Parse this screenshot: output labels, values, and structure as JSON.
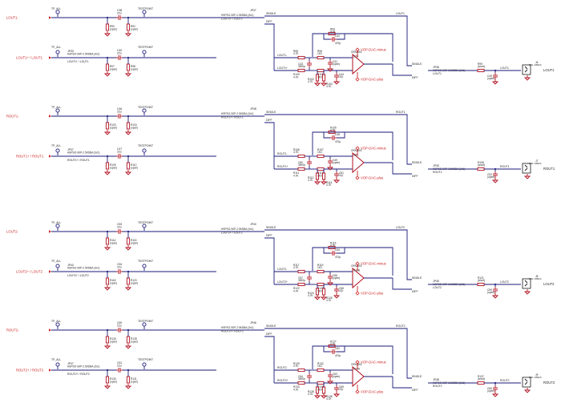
{
  "colors": {
    "wire": "#1a1a7a",
    "component": "#b01020",
    "text": "#1a1a1a",
    "net_label": "#cc2222",
    "testpoint": "#1a1a7a",
    "ground": "#b01020"
  },
  "sections": [
    {
      "id": "L1",
      "pos_in": "LOUT1+ / LOUT1",
      "neg_in": "LOUT1-",
      "tp_a": "TP_ALL",
      "tp_b": "TESTPOINT",
      "tp_c": "TP_ALL",
      "tp_d": "TESTPOINT",
      "cap_top_ref": "C38",
      "cap_top_val": "22u",
      "cap_bot_ref": "C40",
      "cap_bot_val": "22u",
      "r_top_a": "R90",
      "r_top_a_val": "(open)",
      "r_top_b": "R92",
      "r_top_b_val": "(open)",
      "r_bot_a": "R97",
      "r_bot_a_val": "(open)",
      "r_bot_b": "R98",
      "r_bot_b_val": "(open)",
      "jp_in_ref": "JP33",
      "jp_in_part": "HSPSO-S0P-2.5KDBA (3x1)",
      "jp_top_ref": "JP37",
      "jp_top_part": "HSPSO-S0P-2.5KDBA (3x1)",
      "jp_out_ref": "JP38",
      "jp_out_part": "HSPSO-S0P-2.5KDBA (3x1)",
      "net_single": "SINGLE",
      "net_diff": "DIFF",
      "net_top_mid": "LOUT1+ / LOUT1",
      "net_out": "LOUT1",
      "net_minus": "LOUT1-",
      "net_plus": "LOUT1+",
      "opamp_ref": "U7B",
      "opamp_part": "OPA1602",
      "r_fb": "R94",
      "r_fb_val": "4.7K",
      "c_fb": "C42",
      "c_fb_val": "470p",
      "r_in1": "R95",
      "r_in1_val": "4.7K",
      "r_s1": "R96",
      "r_s1_val": "1K0",
      "r_in2": "R100",
      "r_in2_val": "4.7K",
      "r_s2": "R101",
      "r_s2_val": "1K0",
      "c_s1": "C41",
      "c_s1_val": "(open)",
      "c_sh": "C43",
      "c_sh_val": "3900p",
      "c_s2": "C44",
      "c_s2_val": "47p",
      "r_g": "R102",
      "r_g_val": "4.7K",
      "r_g2": "R103",
      "r_g2_val": "4.7K",
      "vop_minus": "VOP-DAC-minus",
      "vop_plus": "VOP-DAC-plus",
      "r_out": "R99",
      "r_out_val": "(short)",
      "c_out": "C45",
      "c_out_val": "(open)",
      "jack_ref": "J6",
      "jack_part": "SRL-S5624",
      "out_label": "LOUT1"
    },
    {
      "id": "R1",
      "pos_in": "ROUT1+ / ROUT1",
      "neg_in": "ROUT1-",
      "tp_a": "TP_ALL",
      "tp_b": "TESTPOINT",
      "tp_c": "TP_ALL",
      "tp_d": "TESTPOINT",
      "cap_top_ref": "C46",
      "cap_top_val": "22u",
      "cap_bot_ref": "C47",
      "cap_bot_val": "22u",
      "r_top_a": "R103",
      "r_top_a_val": "(open)",
      "r_top_b": "R104",
      "r_top_b_val": "(open)",
      "r_bot_a": "R109",
      "r_bot_a_val": "(open)",
      "r_bot_b": "R110",
      "r_bot_b_val": "(open)",
      "jp_in_ref": "JP37",
      "jp_in_part": "HSPSO-S0P-2.5KDBA (3x1)",
      "jp_top_ref": "JP38",
      "jp_top_part": "HSPSO-S0P-2.5KDBA (3x1)",
      "jp_out_ref": "JP39",
      "jp_out_part": "HSPSO-S0P-2.5KDBA (3x1)",
      "net_single": "SINGLE",
      "net_diff": "DIFF",
      "net_top_mid": "ROUT1+ / ROUT1",
      "net_out": "ROUT1",
      "net_minus": "ROUT1-",
      "net_plus": "ROUT1+",
      "opamp_ref": "U8A",
      "opamp_part": "OPA1602",
      "r_fb": "R105",
      "r_fb_val": "4.7K",
      "c_fb": "C48",
      "c_fb_val": "470p",
      "r_in1": "R106",
      "r_in1_val": "4.7K",
      "r_s1": "R107",
      "r_s1_val": "1K0",
      "r_in2": "R111",
      "r_in2_val": "4.7K",
      "r_s2": "R112",
      "r_s2_val": "1K0",
      "c_s1": "C49",
      "c_s1_val": "(open)",
      "c_sh": "C50",
      "c_sh_val": "3900p",
      "c_s2": "C51",
      "c_s2_val": "47p",
      "r_g": "R113",
      "r_g_val": "4.7K",
      "r_g2": "R114",
      "r_g2_val": "4.7K",
      "vop_minus": "VOP-DAC-minus",
      "vop_plus": "VOP-DAC-plus",
      "r_out": "R108",
      "r_out_val": "(short)",
      "c_out": "C52",
      "c_out_val": "(open)",
      "jack_ref": "J7",
      "jack_part": "SRL-S5624",
      "out_label": "ROUT1"
    },
    {
      "id": "L2",
      "pos_in": "LOUT2+ / LOUT2",
      "neg_in": "LOUT2-",
      "tp_a": "TP_ALL",
      "tp_b": "TESTPOINT",
      "tp_c": "TP_ALL",
      "tp_d": "TESTPOINT",
      "cap_top_ref": "C53",
      "cap_top_val": "22u",
      "cap_bot_ref": "C54",
      "cap_bot_val": "22u",
      "r_top_a": "R114",
      "r_top_a_val": "(open)",
      "r_top_b": "R115",
      "r_top_b_val": "(open)",
      "r_bot_a": "R118",
      "r_bot_a_val": "(open)",
      "r_bot_b": "R120",
      "r_bot_b_val": "(open)",
      "jp_in_ref": "JP43",
      "jp_in_part": "HSPSO-S0P-2.5KDBA (3x1)",
      "jp_top_ref": "JP40",
      "jp_top_part": "HSPSO-S0P-2.5KDBA (3x1)",
      "jp_out_ref": "JP45",
      "jp_out_part": "HSPSO-S0P-2.5KDBA (3x1)",
      "net_single": "SINGLE",
      "net_diff": "DIFF",
      "net_top_mid": "LOUT2+ / LOUT2",
      "net_out": "LOUT2",
      "net_minus": "LOUT2-",
      "net_plus": "LOUT2+",
      "opamp_ref": "U10B",
      "opamp_part": "OPA1602",
      "r_fb": "R116",
      "r_fb_val": "4.7K",
      "c_fb": "C55",
      "c_fb_val": "470p",
      "r_in1": "R117",
      "r_in1_val": "4.7K",
      "r_s1": "R119",
      "r_s1_val": "1K0",
      "r_in2": "R122",
      "r_in2_val": "4.7K",
      "r_s2": "R123",
      "r_s2_val": "1K0",
      "c_s1": "C56",
      "c_s1_val": "(open)",
      "c_sh": "C57",
      "c_sh_val": "3900p",
      "c_s2": "C58",
      "c_s2_val": "47p",
      "r_g": "R124",
      "r_g_val": "4.7K",
      "r_g2": "R125",
      "r_g2_val": "4.7K",
      "vop_minus": "VOP-DAC-minus",
      "vop_plus": "VOP-DAC-plus",
      "r_out": "R121",
      "r_out_val": "(short)",
      "c_out": "C59",
      "c_out_val": "(open)",
      "jack_ref": "J8",
      "jack_part": "SRL-S5624",
      "out_label": "LOUT2"
    },
    {
      "id": "R2",
      "pos_in": "ROUT2+ / ROUT2",
      "neg_in": "ROUT2-",
      "tp_a": "TP_ALL",
      "tp_b": "TESTPOINT",
      "tp_c": "TP_ALL",
      "tp_d": "TESTPOINT",
      "cap_top_ref": "C60",
      "cap_top_val": "22u",
      "cap_bot_ref": "C61",
      "cap_bot_val": "22u",
      "r_top_a": "R126",
      "r_top_a_val": "(open)",
      "r_top_b": "R128",
      "r_top_b_val": "(open)",
      "r_bot_a": "R130",
      "r_bot_a_val": "(open)",
      "r_bot_b": "R131",
      "r_bot_b_val": "(open)",
      "jp_in_ref": "JP47",
      "jp_in_part": "HSPSO-S0P-2.5KDBA (3x1)",
      "jp_top_ref": "JP46",
      "jp_top_part": "HSPSO-S0P-2.5KDBA (3x1)",
      "jp_out_ref": "JP48",
      "jp_out_part": "HSPSO-S0P-2.5KDBA (3x1)",
      "net_single": "SINGLE",
      "net_diff": "DIFF",
      "net_top_mid": "ROUT2+ / ROUT2",
      "net_out": "ROUT2",
      "net_minus": "ROUT2-",
      "net_plus": "ROUT2+",
      "opamp_ref": "U10A",
      "opamp_part": "OPA1602",
      "r_fb": "R127",
      "r_fb_val": "4.7K",
      "c_fb": "C62",
      "c_fb_val": "470p",
      "r_in1": "R129",
      "r_in1_val": "4.7K",
      "r_s1": "R132",
      "r_s1_val": "1K0",
      "r_in2": "R133",
      "r_in2_val": "4.7K",
      "r_s2": "R134",
      "r_s2_val": "1K0",
      "c_s1": "C63",
      "c_s1_val": "(open)",
      "c_sh": "C64",
      "c_sh_val": "3900p",
      "c_s2": "C65",
      "c_s2_val": "47p",
      "r_g": "R135",
      "r_g_val": "4.7K",
      "r_g2": "R136",
      "r_g2_val": "4.7K",
      "vop_minus": "VOP-DAC-minus",
      "vop_plus": "VOP-DAC-plus",
      "r_out": "R137",
      "r_out_val": "(short)",
      "c_out": "C66",
      "c_out_val": "(open)",
      "jack_ref": "J9",
      "jack_part": "SRL-S5624",
      "out_label": "ROUT2"
    }
  ]
}
